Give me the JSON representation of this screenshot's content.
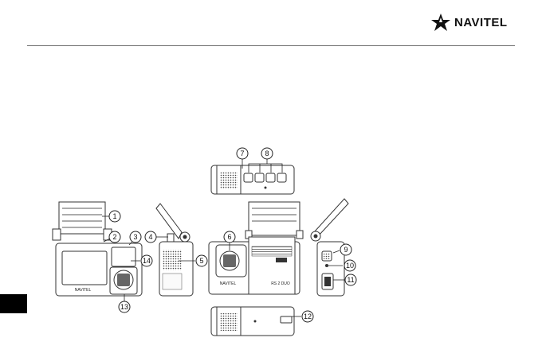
{
  "brand": {
    "name": "NAVITEL"
  },
  "device_label": "NAVITEL",
  "model_label": "RS 2 DUO",
  "callouts": [
    "1",
    "2",
    "3",
    "4",
    "5",
    "6",
    "7",
    "8",
    "9",
    "10",
    "11",
    "12",
    "13",
    "14"
  ]
}
